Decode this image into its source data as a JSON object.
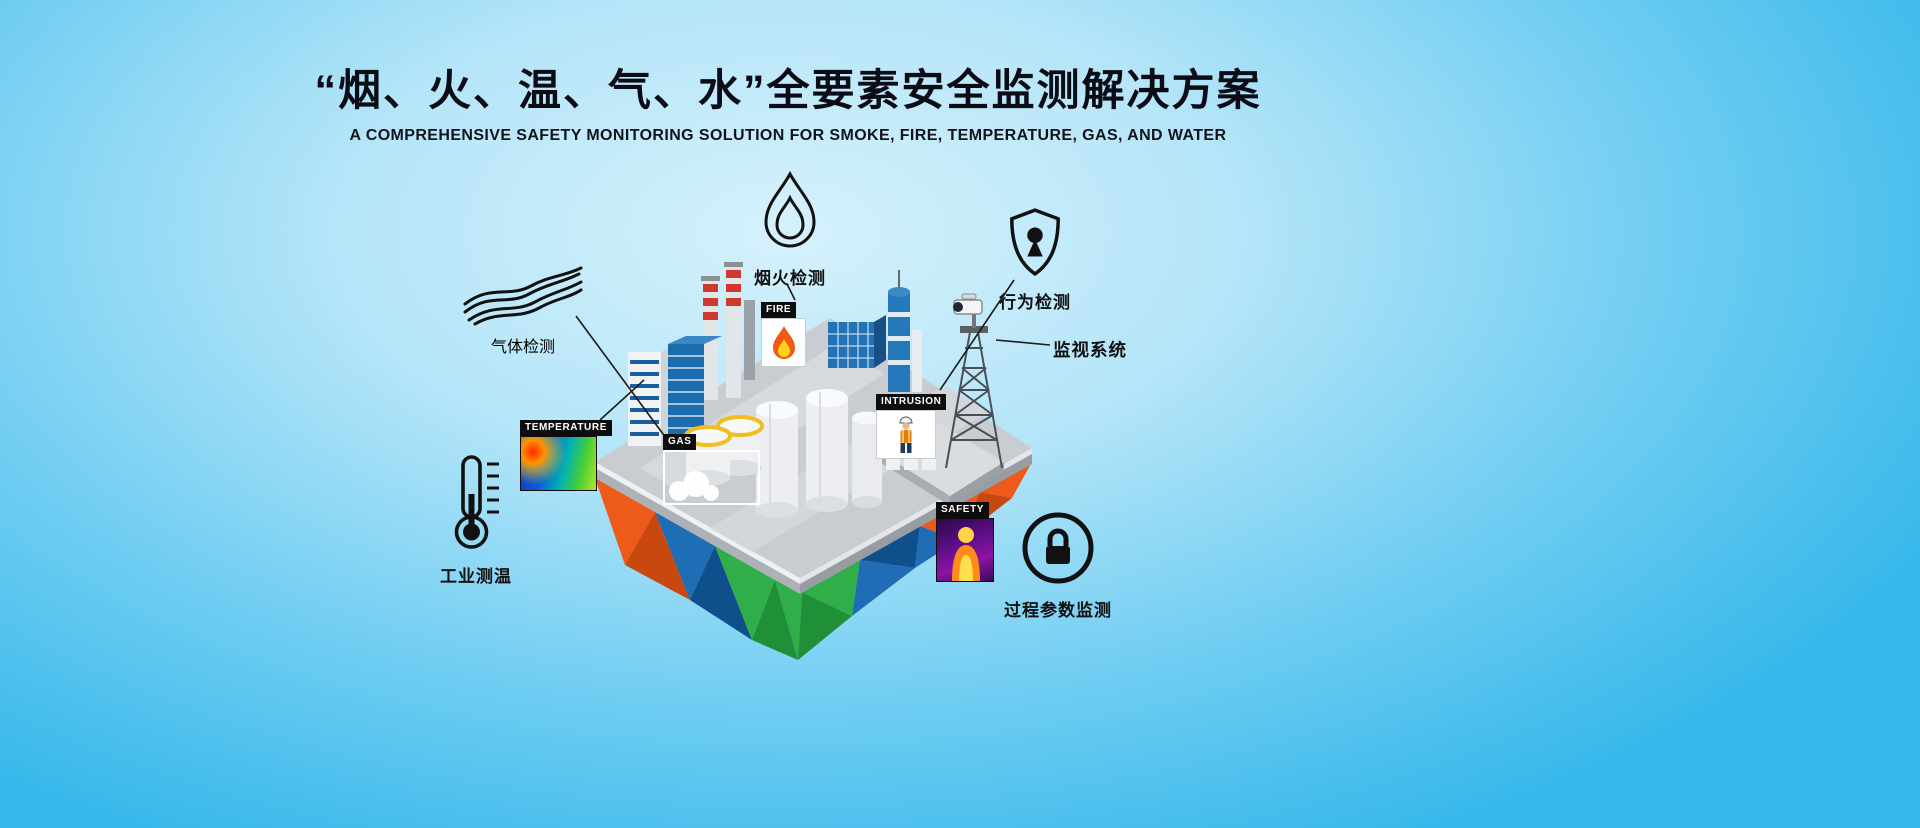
{
  "header": {
    "title": "“烟、火、温、气、水”全要素安全监测解决方案",
    "subtitle": "A COMPREHENSIVE SAFETY MONITORING SOLUTION FOR SMOKE, FIRE, TEMPERATURE, GAS, AND WATER"
  },
  "callouts": {
    "smoke_fire": "烟火检测",
    "behavior": "行为检测",
    "surveillance": "监视系统",
    "gas": "气体检测",
    "industrial_temp": "工业测温",
    "process_params": "过程参数监测"
  },
  "scene_tags": {
    "fire": "FIRE",
    "temperature": "TEMPERATURE",
    "gas": "GAS",
    "intrusion": "INTRUSION",
    "safety": "SAFETY"
  },
  "icons": {
    "smoke_fire": "flame-icon",
    "behavior": "shield-keyhole-icon",
    "surveillance": "cctv-camera-icon",
    "gas": "smoke-waves-icon",
    "industrial_temp": "thermometer-icon",
    "process_params": "padlock-circle-icon"
  },
  "colors": {
    "bg_center": "#d6f1fc",
    "bg_edge": "#35b7ea",
    "title_text": "#0c0c16",
    "tag_bar_bg": "#0d0d0d",
    "tag_bar_text": "#ffffff",
    "island_orange": "#ee5a1a",
    "island_blue": "#1e6db5",
    "island_green": "#2fae4a",
    "platform_gray": "#c9ccd1"
  }
}
